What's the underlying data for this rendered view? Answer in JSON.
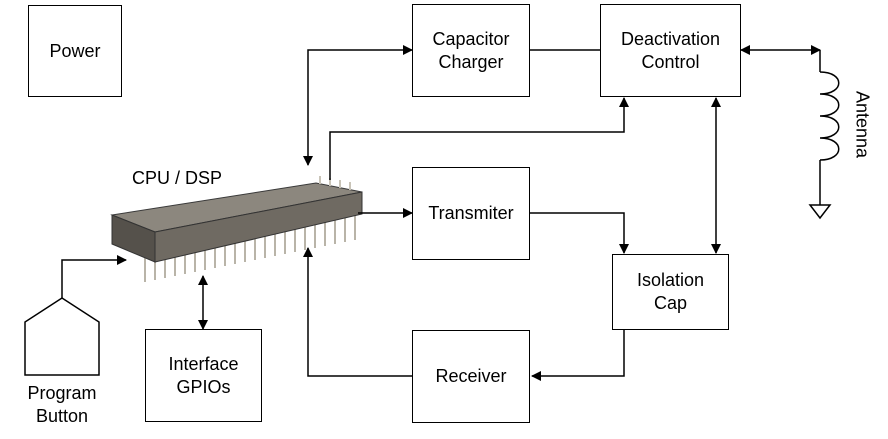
{
  "blocks": {
    "power": "Power",
    "capacitor_charger": "Capacitor\nCharger",
    "deactivation_control": "Deactivation\nControl",
    "transmitter": "Transmiter",
    "isolation_cap": "Isolation\nCap",
    "receiver": "Receiver",
    "interface_gpios": "Interface\nGPIOs"
  },
  "labels": {
    "cpu": "CPU / DSP",
    "program_button": "Program\nButton",
    "antenna": "Antenna"
  },
  "colors": {
    "chip_body": "#6f6a62",
    "chip_pins": "#b9b4a8",
    "line": "#000000"
  }
}
